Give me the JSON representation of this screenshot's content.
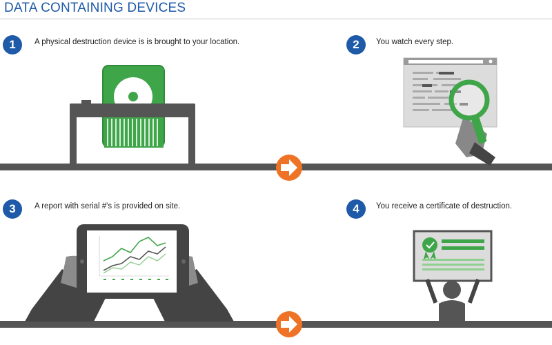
{
  "header": {
    "title": "DATA CONTAINING DEVICES"
  },
  "steps": [
    {
      "number": "1",
      "text": "A physical destruction device is is brought to your location."
    },
    {
      "number": "2",
      "text": "You watch every step."
    },
    {
      "number": "3",
      "text": "A report with serial #'s is provided on site."
    },
    {
      "number": "4",
      "text": "You receive a certificate of destruction."
    }
  ],
  "colors": {
    "accent_blue": "#1e5aa8",
    "arrow_orange": "#ee7326",
    "ground_gray": "#555555",
    "device_green": "#3fa549"
  },
  "icons": [
    "hard-drive-icon",
    "shredder-icon",
    "magnifier-icon",
    "tablet-chart-icon",
    "certificate-icon",
    "arrow-right-icon"
  ]
}
